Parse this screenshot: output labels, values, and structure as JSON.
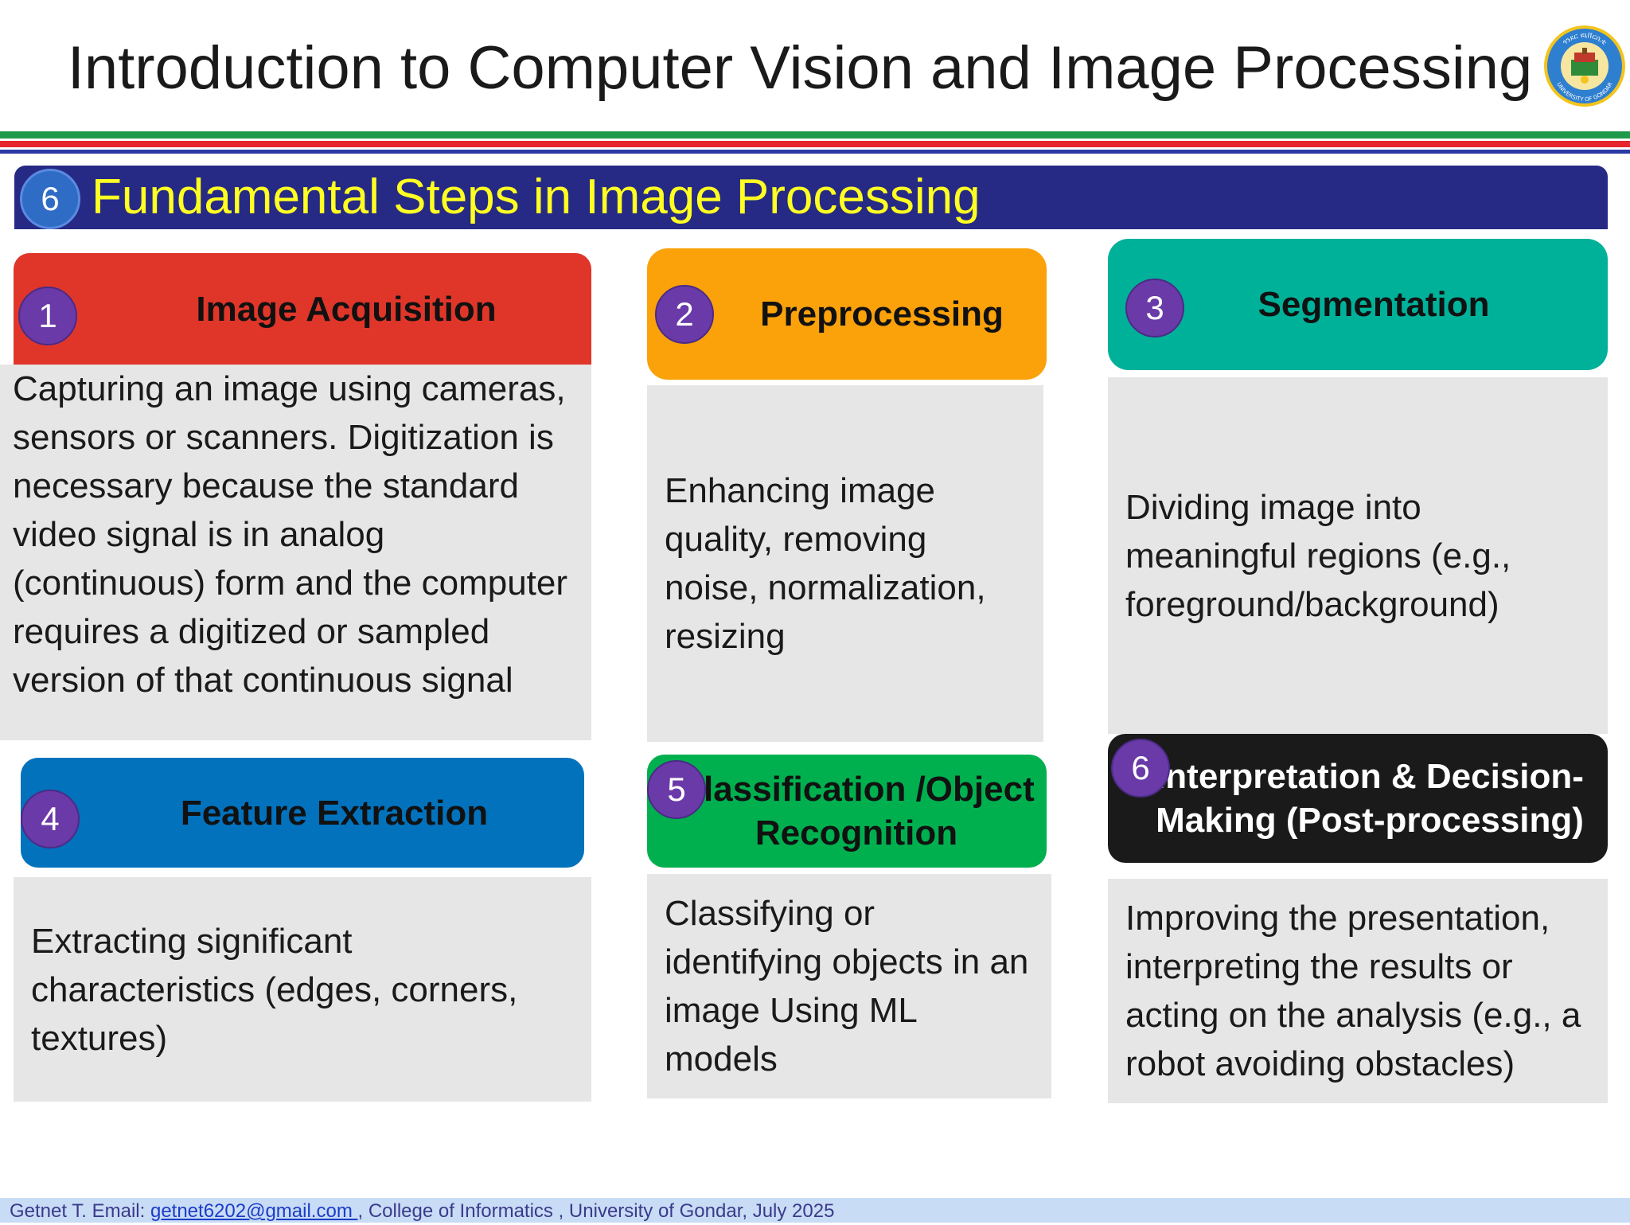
{
  "header": {
    "title": "Introduction to Computer Vision and Image Processing",
    "logo_text": "ጎንደር ዩኒቨርሲቲ",
    "logo_text_bottom": "UNIVERSITY OF GONDAR"
  },
  "section": {
    "number": "6",
    "title": "Fundamental Steps in Image Processing"
  },
  "steps": [
    {
      "number": "1",
      "title": "Image Acquisition",
      "color": "#e0362a",
      "description": "Capturing an image using cameras, sensors or scanners. Digitization is necessary because the standard video signal is in analog (continuous) form and the computer requires a digitized or sampled version of that continuous signal"
    },
    {
      "number": "2",
      "title": "Preprocessing",
      "color": "#fba10a",
      "description": "Enhancing image quality, removing noise, normalization, resizing"
    },
    {
      "number": "3",
      "title": "Segmentation",
      "color": "#00b19a",
      "description": "Dividing image into meaningful regions (e.g., foreground/background)"
    },
    {
      "number": "4",
      "title": "Feature Extraction",
      "color": "#0272bd",
      "description": "Extracting significant characteristics (edges, corners, textures)"
    },
    {
      "number": "5",
      "title": "Classification /Object Recognition",
      "color": "#00b04f",
      "description": "Classifying or identifying objects in an image Using ML models"
    },
    {
      "number": "6",
      "title": "Interpretation & Decision-Making (Post-processing)",
      "color": "#1a1a1a",
      "description": "Improving the presentation, interpreting the results or acting on the analysis (e.g., a robot avoiding obstacles)"
    }
  ],
  "footer": {
    "prefix": "Getnet T. Email: ",
    "email": "getnet6202@gmail.com ",
    "suffix": ", College of Informatics , University of Gondar, July 2025"
  }
}
